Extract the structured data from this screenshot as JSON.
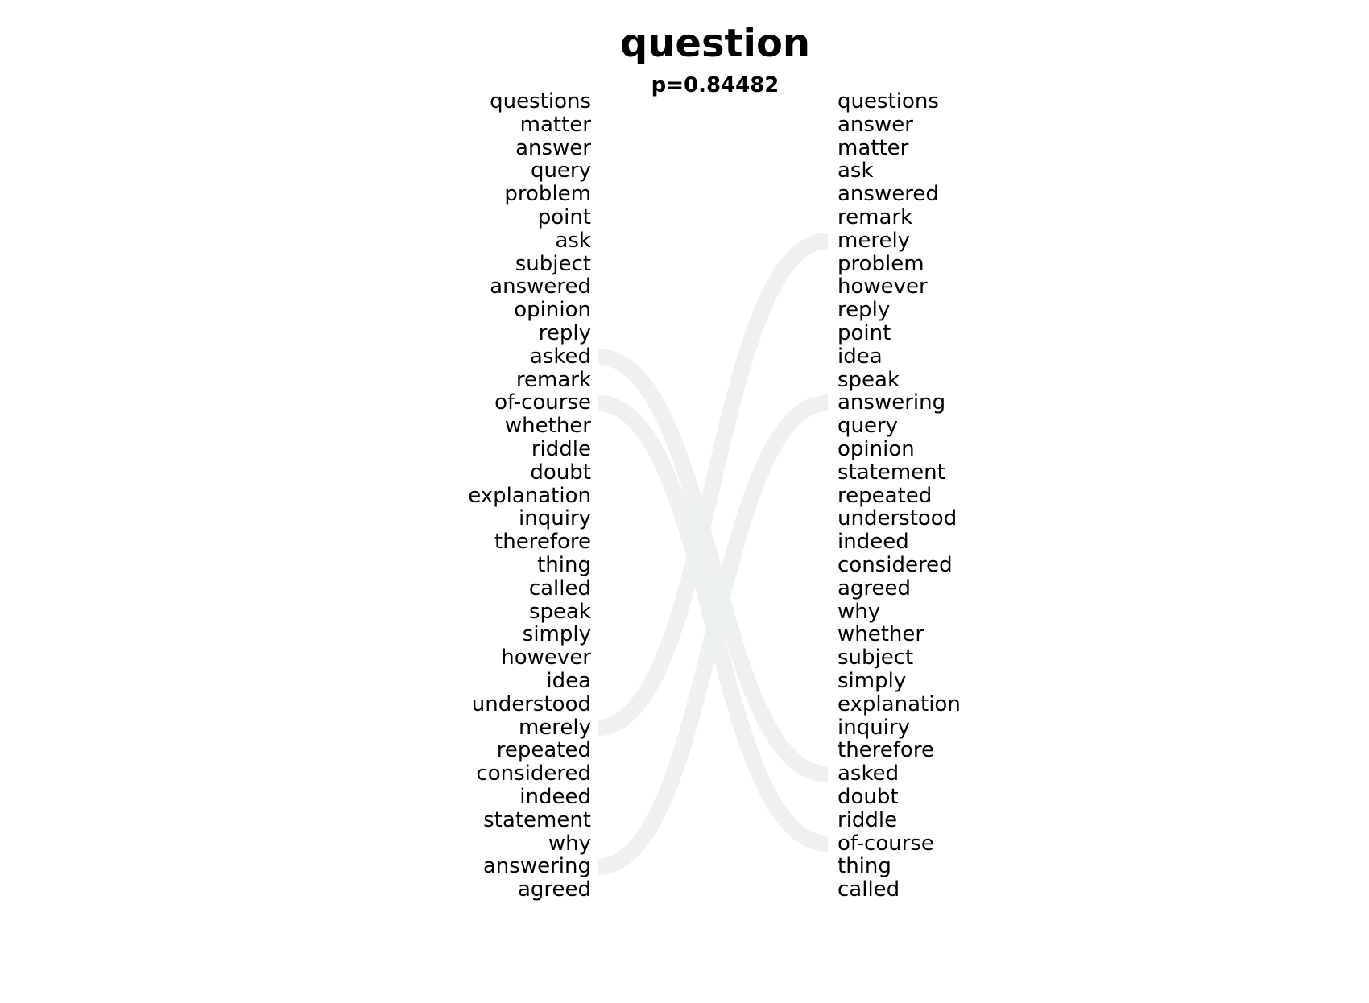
{
  "title": "question",
  "subtitle": "p=0.84482",
  "left_words": [
    "questions",
    "matter",
    "answer",
    "query",
    "problem",
    "point",
    "ask",
    "subject",
    "answered",
    "opinion",
    "reply",
    "asked",
    "remark",
    "of-course",
    "whether",
    "riddle",
    "doubt",
    "explanation",
    "inquiry",
    "therefore",
    "thing",
    "called",
    "speak",
    "simply",
    "however",
    "idea",
    "understood",
    "merely",
    "repeated",
    "considered",
    "indeed",
    "statement",
    "why",
    "answering",
    "agreed"
  ],
  "right_words": [
    "questions",
    "answer",
    "matter",
    "ask",
    "answered",
    "remark",
    "merely",
    "problem",
    "however",
    "reply",
    "point",
    "idea",
    "speak",
    "answering",
    "query",
    "opinion",
    "statement",
    "repeated",
    "understood",
    "indeed",
    "considered",
    "agreed",
    "why",
    "whether",
    "subject",
    "simply",
    "explanation",
    "inquiry",
    "therefore",
    "asked",
    "doubt",
    "riddle",
    "of-course",
    "thing",
    "called"
  ],
  "colors": {
    "left_link": "#f7e6e6",
    "right_link": "#e9f3ee",
    "text": "#000000"
  },
  "links": [
    {
      "side": "left",
      "word": "asked",
      "target": "asked"
    },
    {
      "side": "left",
      "word": "of-course",
      "target": "of-course"
    },
    {
      "side": "left",
      "word": "merely",
      "target": "merely"
    },
    {
      "side": "left",
      "word": "answering",
      "target": "answering"
    },
    {
      "side": "right",
      "word": "merely",
      "target": "merely"
    },
    {
      "side": "right",
      "word": "answering",
      "target": "answering"
    },
    {
      "side": "right",
      "word": "asked",
      "target": "asked"
    },
    {
      "side": "right",
      "word": "of-course",
      "target": "of-course"
    }
  ]
}
